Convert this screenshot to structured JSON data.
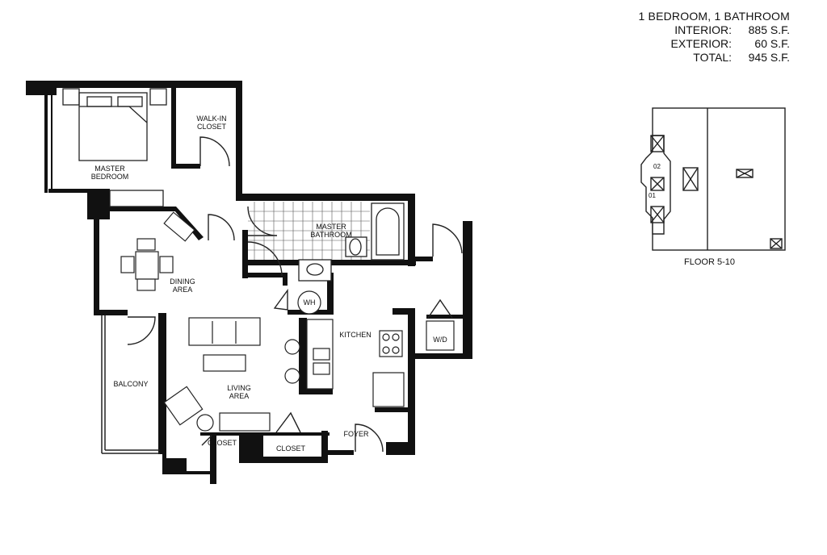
{
  "unit_info": {
    "type": "1 BEDROOM, 1 BATHROOM",
    "interior_label": "INTERIOR:",
    "interior_value": "885 S.F.",
    "exterior_label": "EXTERIOR:",
    "exterior_value": "60 S.F.",
    "total_label": "TOTAL:",
    "total_value": "945 S.F."
  },
  "rooms": {
    "master_bedroom_1": "MASTER",
    "master_bedroom_2": "BEDROOM",
    "walkin_1": "WALK-IN",
    "walkin_2": "CLOSET",
    "master_bath_1": "MASTER",
    "master_bath_2": "BATHROOM",
    "dining_1": "DINING",
    "dining_2": "AREA",
    "wh": "WH",
    "kitchen": "KITCHEN",
    "wd": "W/D",
    "balcony": "BALCONY",
    "living_1": "LIVING",
    "living_2": "AREA",
    "closet_small": "CLOSET",
    "closet": "CLOSET",
    "foyer": "FOYER"
  },
  "key_plan": {
    "unit_02": "02",
    "unit_01": "01",
    "floor_label": "FLOOR 5-10"
  },
  "colors": {
    "wall": "#111111",
    "line": "#222222",
    "background": "#ffffff"
  }
}
